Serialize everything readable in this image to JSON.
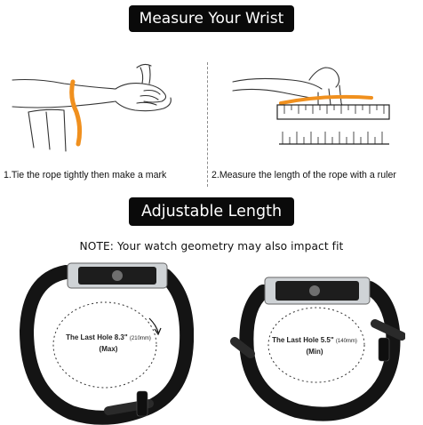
{
  "header_measure": "Measure Your Wrist",
  "step1_caption": "1.Tie the rope tightly then make a mark",
  "step2_caption": "2.Measure the length of the rope with a ruler",
  "header_adjustable": "Adjustable Length",
  "note": "NOTE: Your watch geometry may also impact fit",
  "max_band": {
    "line1_text": "The Last Hole 8.3\"",
    "line1_metric": "(210mm)",
    "line2": "(Max)"
  },
  "min_band": {
    "line1_text": "The Last Hole 5.5\"",
    "line1_metric": "(140mm)",
    "line2": "(Min)"
  },
  "colors": {
    "rope": "#f0901e",
    "band": "#141414",
    "pill_bg": "#0a0a0a"
  }
}
